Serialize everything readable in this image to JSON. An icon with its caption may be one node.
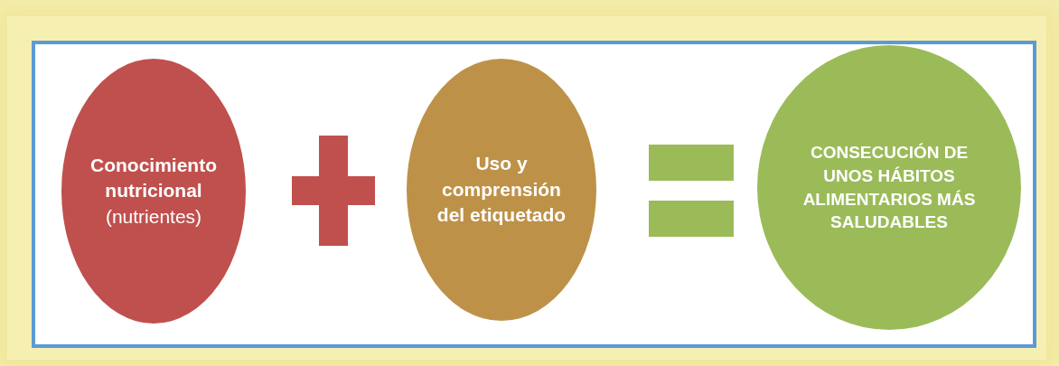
{
  "diagram": {
    "nodes": [
      {
        "text": [
          "**Conocimiento nutricional** (nutrientes)"
        ]
      },
      {
        "text": [
          "Uso y comprensión del etiquetado"
        ]
      },
      {
        "text": [
          "CONSECUCIÓN DE UNOS HÁBITOS ALIMENTARIOS MÁS SALUDABLES"
        ]
      }
    ]
  }
}
